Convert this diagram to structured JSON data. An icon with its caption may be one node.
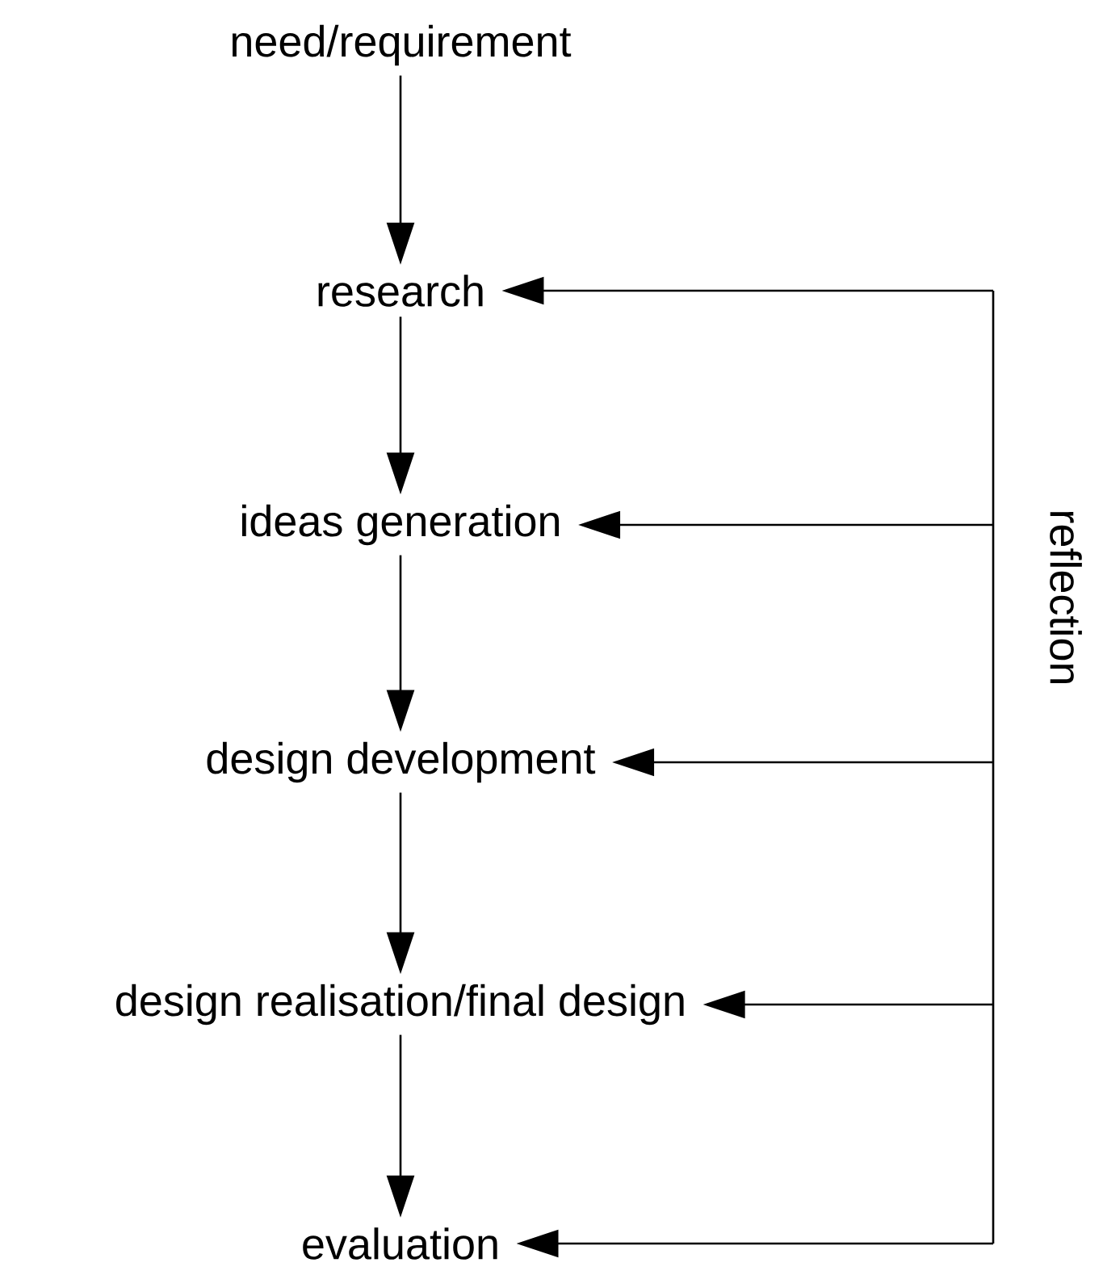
{
  "diagram": {
    "nodes": [
      {
        "text": [
          "need/requirement"
        ]
      },
      {
        "text": [
          "research"
        ]
      },
      {
        "text": [
          "ideas generation"
        ]
      },
      {
        "text": [
          "design development"
        ]
      },
      {
        "text": [
          "design realisation/final design"
        ]
      },
      {
        "text": [
          "evaluation"
        ]
      }
    ],
    "edges": [
      {
        "from": 0,
        "to": 1,
        "arrow": "to"
      },
      {
        "from": 1,
        "to": 2,
        "arrow": "to"
      },
      {
        "from": 2,
        "to": 3,
        "arrow": "to"
      },
      {
        "from": 3,
        "to": 4,
        "arrow": "to"
      },
      {
        "from": 4,
        "to": 5,
        "arrow": "to"
      },
      {
        "from": null,
        "to": 1,
        "arrow": "to"
      },
      {
        "from": null,
        "to": 2,
        "arrow": "to"
      },
      {
        "from": null,
        "to": 3,
        "arrow": "to"
      },
      {
        "from": null,
        "to": 4,
        "arrow": "to"
      },
      {
        "from": null,
        "to": 5,
        "arrow": "to"
      }
    ],
    "labels": [
      "reflection"
    ]
  }
}
